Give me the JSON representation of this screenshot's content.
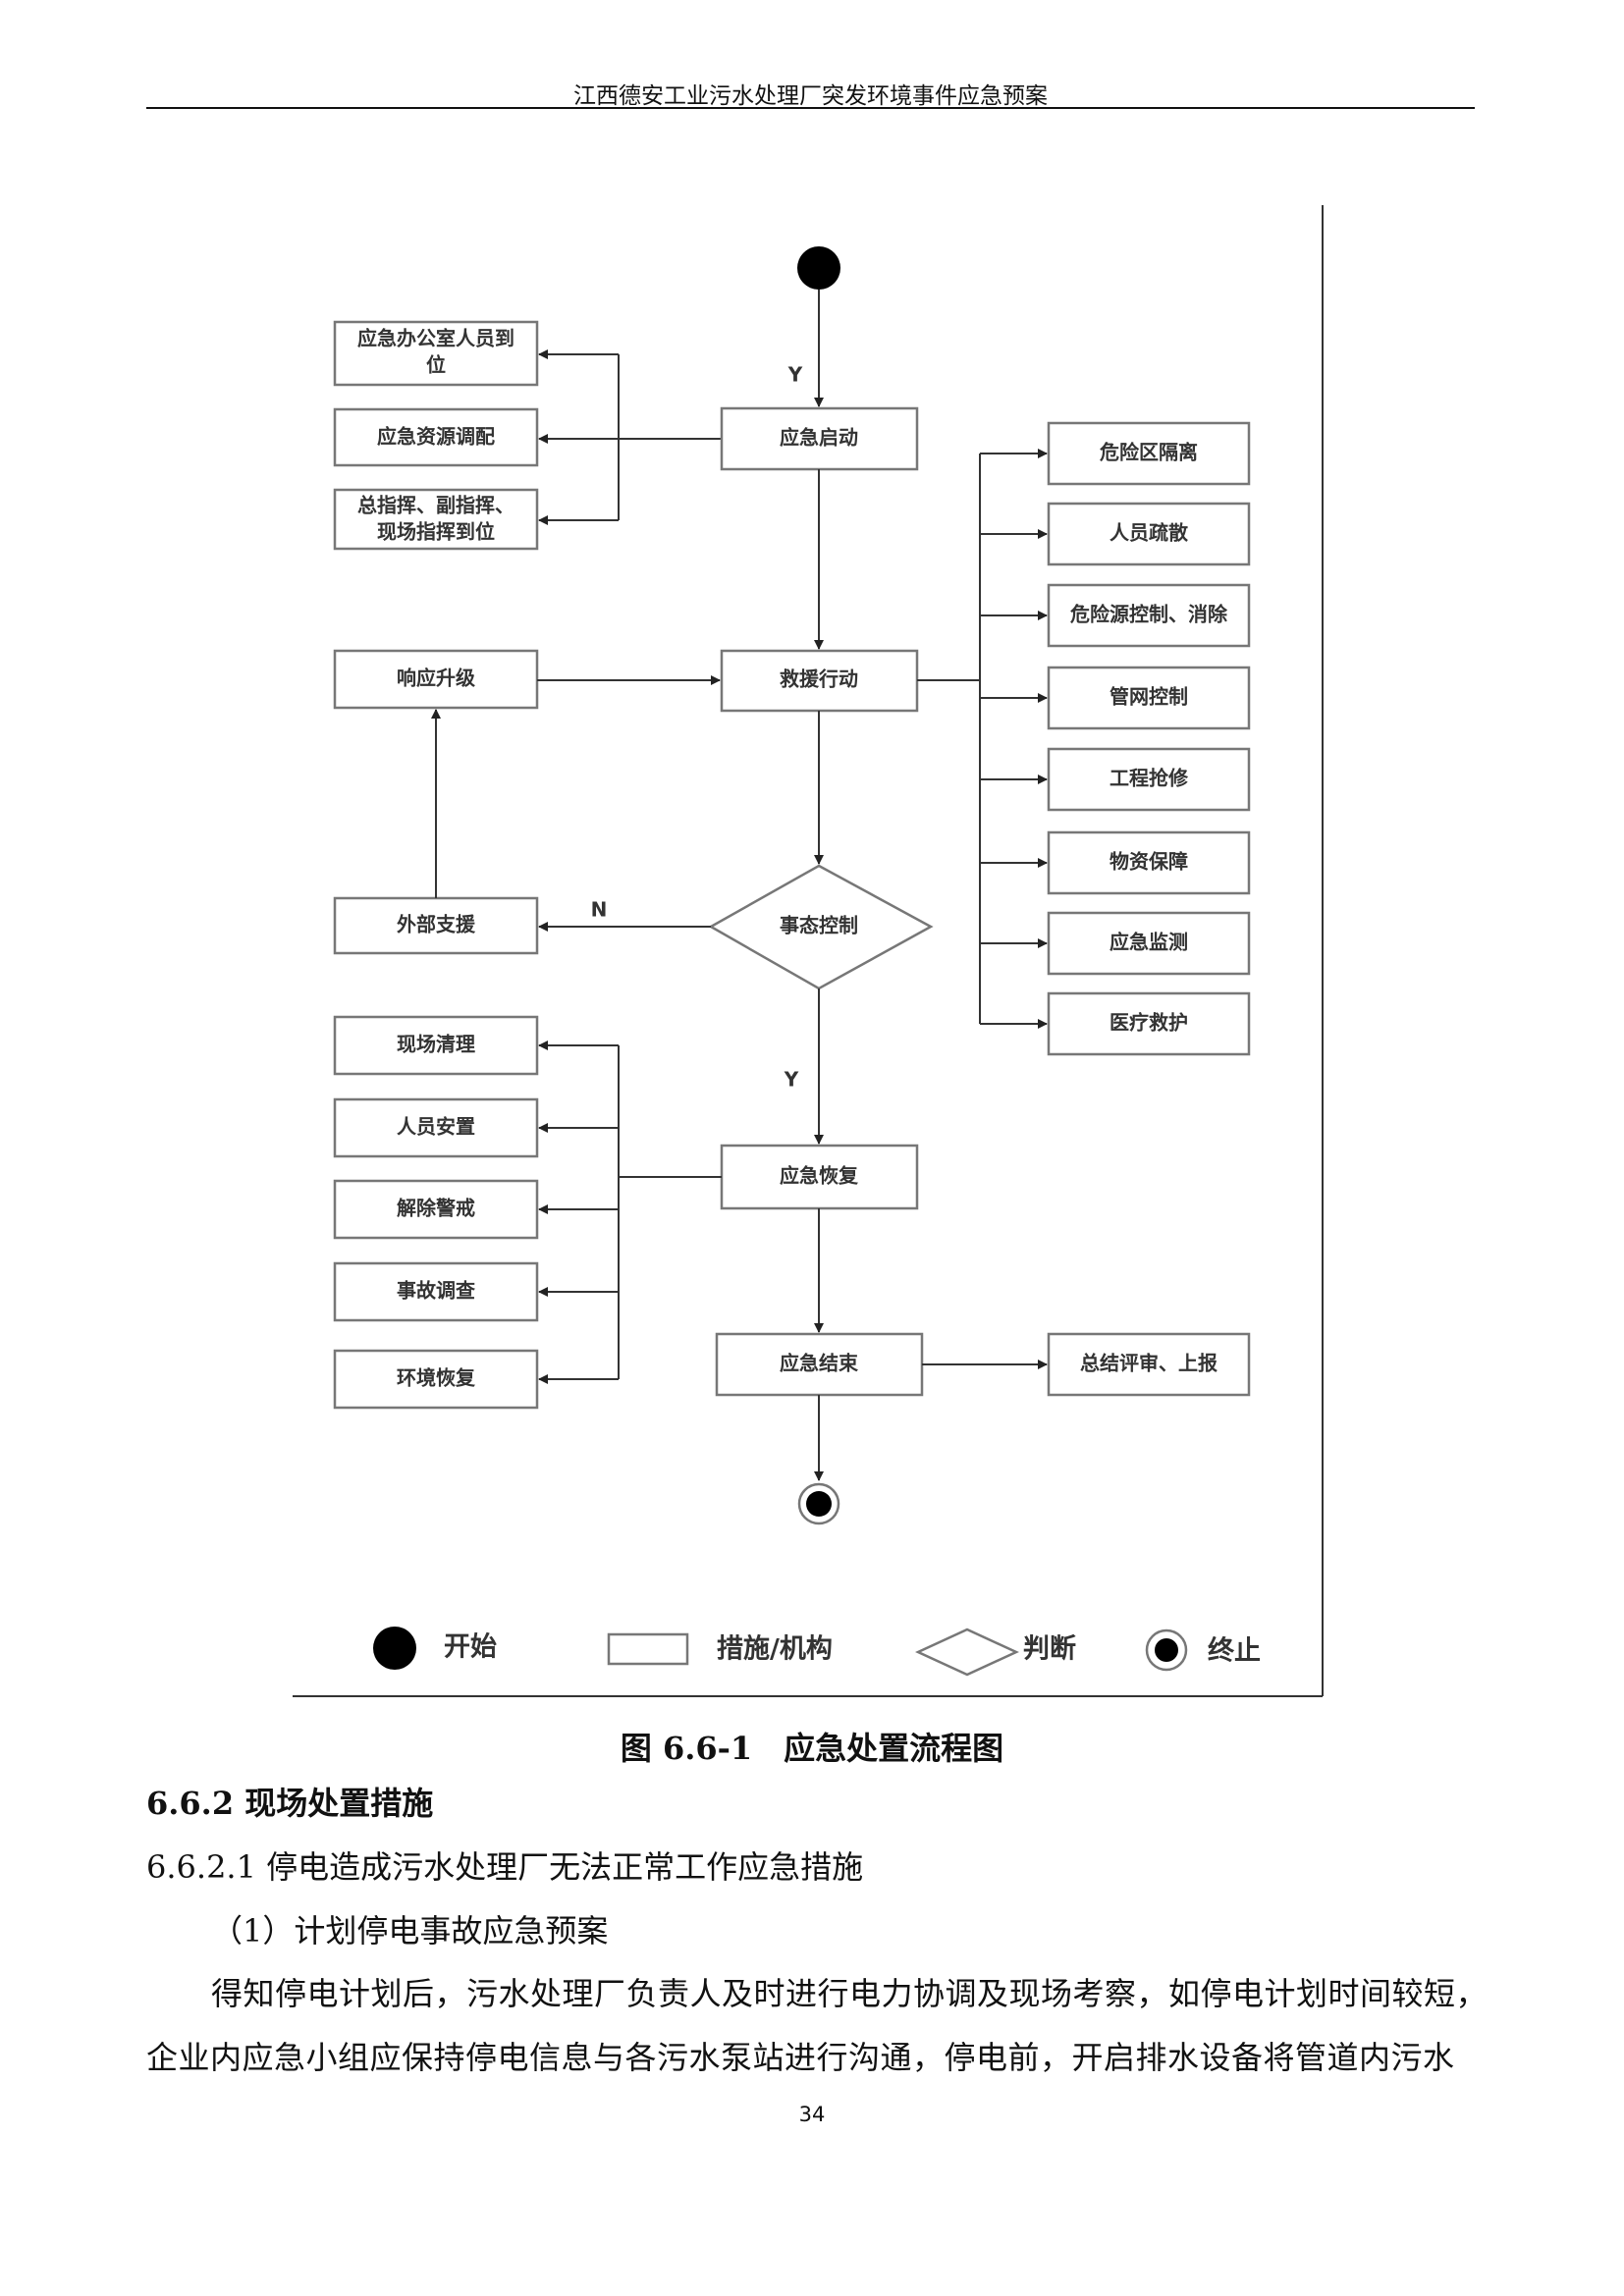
{
  "header": {
    "title": "江西德安工业污水处理厂突发环境事件应急预案"
  },
  "flowchart": {
    "start_nodes": [
      "应急办公室人员到",
      "位"
    ],
    "left_top": [
      "应急资源调配",
      "总指挥、副指挥、",
      "现场指挥到位"
    ],
    "activate": "应急启动",
    "rescue": "救援行动",
    "upgrade": "响应升级",
    "decision": "事态控制",
    "external": "外部支援",
    "yes1": "Y",
    "no": "N",
    "yes2": "Y",
    "right_actions": [
      "危险区隔离",
      "人员疏散",
      "危险源控制、消除",
      "管网控制",
      "工程抢修",
      "物资保障",
      "应急监测",
      "医疗救护"
    ],
    "recover": "应急恢复",
    "recover_actions": [
      "现场清理",
      "人员安置",
      "解除警戒",
      "事故调查",
      "环境恢复"
    ],
    "end": "应急结束",
    "summary": "总结评审、上报",
    "legend": {
      "start": "开始",
      "measure": "措施/机构",
      "decision": "判断",
      "end": "终止"
    }
  },
  "caption": "图 6.6-1　应急处置流程图",
  "section_heading": "6.6.2 现场处置措施",
  "subsection_heading": "6.6.2.1 停电造成污水处理厂无法正常工作应急措施",
  "item_heading": "（1）计划停电事故应急预案",
  "paragraph_lines": [
    "得知停电计划后，污水处理厂负责人及时进行电力协调及现场考察，如停电计划时间较短，",
    "企业内应急小组应保持停电信息与各污水泵站进行沟通，停电前，开启排水设备将管道内污水"
  ],
  "page_number": "34"
}
